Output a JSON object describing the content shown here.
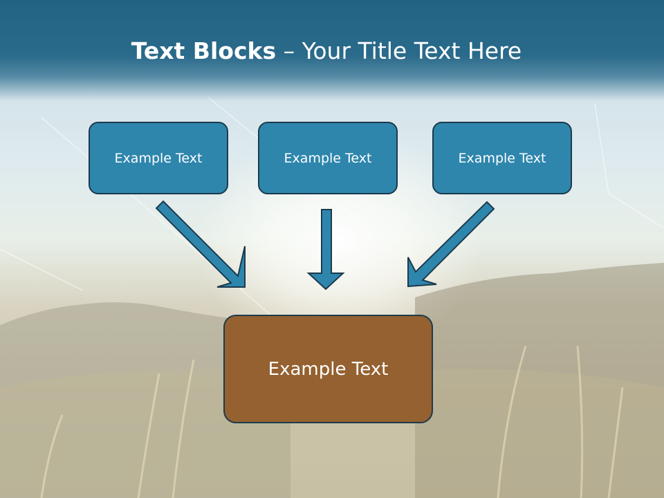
{
  "slide": {
    "title_bold": "Text Blocks",
    "title_dash": " – ",
    "title_rest": "Your Title Text Here"
  },
  "diagram": {
    "top_boxes": [
      {
        "label": "Example Text"
      },
      {
        "label": "Example Text"
      },
      {
        "label": "Example Text"
      }
    ],
    "target_box": {
      "label": "Example Text"
    }
  },
  "colors": {
    "header": "#226282",
    "top_box_fill": "#2e86ad",
    "target_box_fill": "#956130",
    "arrow_fill": "#2e86ad",
    "outline": "#1c3a4c"
  }
}
